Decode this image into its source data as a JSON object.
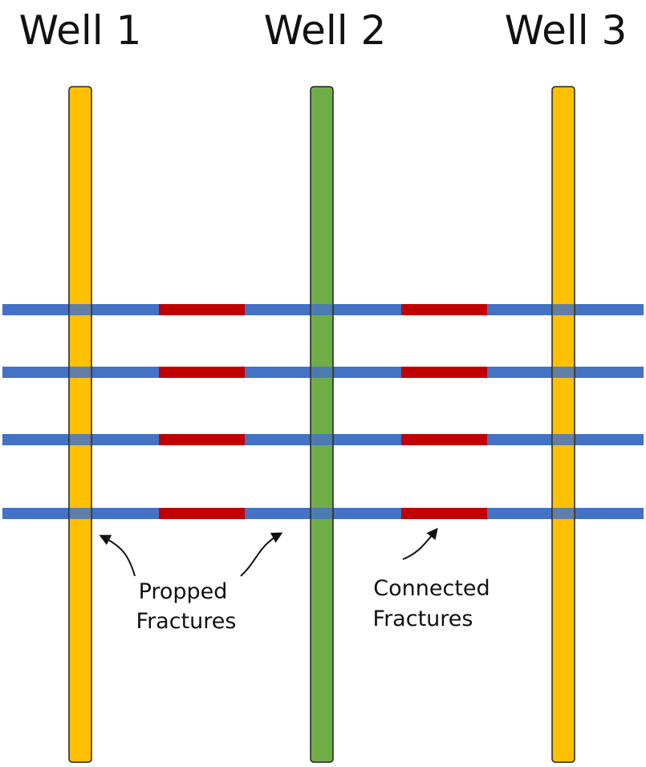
{
  "wells": [
    {
      "label": "Well 1",
      "color": "#FFC000"
    },
    {
      "label": "Well 2",
      "color": "#70AD47"
    },
    {
      "label": "Well 3",
      "color": "#FFC000"
    }
  ],
  "fracture_count": 4,
  "colors": {
    "propped_fracture": "#4472C4",
    "connected_fracture": "#C00000",
    "well_outline": "#222222",
    "arrow": "#111111"
  },
  "annotations": {
    "propped": {
      "line1": "Propped",
      "line2": "Fractures"
    },
    "connected": {
      "line1": "Connected",
      "line2": "Fractures"
    }
  }
}
